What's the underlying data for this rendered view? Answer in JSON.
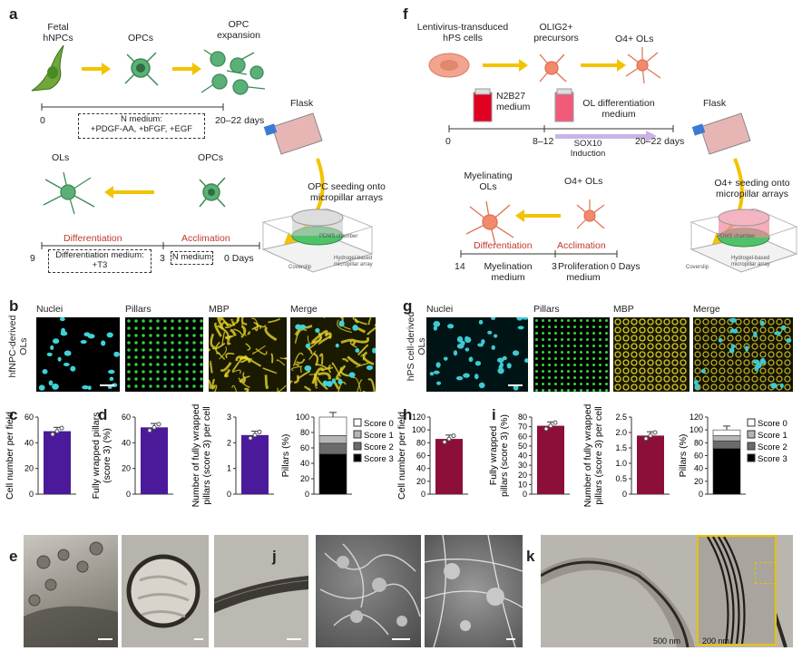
{
  "panels": {
    "a": {
      "label": "a",
      "stage1": "Fetal\nhNPCs",
      "stage2": "OPCs",
      "stage3": "OPC\nexpansion",
      "timeline_start": "0",
      "timeline_end": "20–22 days",
      "medium_box": "N medium:\n+PDGF-AA, +bFGF, +EGF",
      "flask": "Flask",
      "seeding": "OPC seeding onto\nmicropillar arrays",
      "ols": "OLs",
      "opcs2": "OPCs",
      "differentiation": "Differentiation",
      "acclimation": "Acclimation",
      "t9": "9",
      "t3": "3",
      "t0": "0 Days",
      "diff_medium": "Differentiation medium:\n+T3",
      "n_medium": "N medium",
      "chamber_top": "PDMS chamber",
      "chamber_side": "Hydrogel-based\nmicropillar array",
      "coverslip": "Coverslip"
    },
    "f": {
      "label": "f",
      "stage1": "Lentivirus-transduced\nhPS cells",
      "stage2": "OLIG2+\nprecursors",
      "stage3": "O4+ OLs",
      "n2b27": "N2B27\nmedium",
      "ol_diff": "OL differentiation\nmedium",
      "t0": "0",
      "t8": "8–12",
      "t20": "20–22 days",
      "sox10": "SOX10\nInduction",
      "flask": "Flask",
      "seeding": "O4+ seeding onto\nmicropillar arrays",
      "myel": "Myelinating\nOLs",
      "o4ols": "O4+ OLs",
      "differentiation": "Differentiation",
      "acclimation": "Acclimation",
      "t14": "14",
      "t3": "3",
      "t0d": "0 Days",
      "myel_medium": "Myelination\nmedium",
      "prolif_medium": "Proliferation\nmedium",
      "chamber_top": "PDMS chamber",
      "chamber_side": "Hydrogel-based\nmicropillar array",
      "coverslip": "Coverslip"
    },
    "b": {
      "label": "b",
      "row_label": "hfNPC-derived\nOLs",
      "cols": [
        "Nuclei",
        "Pillars",
        "MBP",
        "Merge"
      ]
    },
    "g": {
      "label": "g",
      "row_label": "hPS cell-derived\nOLs",
      "cols": [
        "Nuclei",
        "Pillars",
        "MBP",
        "Merge"
      ]
    },
    "c": {
      "label": "c"
    },
    "d": {
      "label": "d"
    },
    "h": {
      "label": "h"
    },
    "i": {
      "label": "i"
    },
    "e": {
      "label": "e"
    },
    "j": {
      "label": "j"
    },
    "k": {
      "label": "k",
      "scale1": "500 nm",
      "scale2": "200 nm"
    }
  },
  "colors": {
    "purple": "#4b1a9a",
    "crimson": "#8c0f3a",
    "arrow": "#f2c300",
    "red": "#c0392b"
  },
  "chart_data": [
    {
      "id": "c",
      "type": "bar",
      "ylabel": "Cell number per field",
      "ylim": [
        0,
        60
      ],
      "yticks": [
        "0",
        "20",
        "40",
        "60"
      ],
      "values": [
        49
      ],
      "color": "#4b1a9a"
    },
    {
      "id": "d1",
      "type": "bar",
      "ylabel": "Fully wrapped pillars\n(score 3) (%)",
      "ylim": [
        0,
        60
      ],
      "yticks": [
        "0",
        "20",
        "40",
        "60"
      ],
      "values": [
        52
      ],
      "color": "#4b1a9a"
    },
    {
      "id": "d2",
      "type": "bar",
      "ylabel": "Number of fully wrapped\npillars (score 3) per cell",
      "ylim": [
        0,
        3
      ],
      "yticks": [
        "0",
        "1",
        "2",
        "3"
      ],
      "values": [
        2.3
      ],
      "color": "#4b1a9a"
    },
    {
      "id": "d3",
      "type": "bar",
      "ylabel": "Pillars (%)",
      "ylim": [
        0,
        100
      ],
      "yticks": [
        "0",
        "20",
        "40",
        "60",
        "80",
        "100"
      ],
      "series": [
        {
          "name": "Score 3",
          "values": [
            52
          ]
        },
        {
          "name": "Score 2",
          "values": [
            14
          ]
        },
        {
          "name": "Score 1",
          "values": [
            10
          ]
        },
        {
          "name": "Score 0",
          "values": [
            24
          ]
        }
      ]
    },
    {
      "id": "h",
      "type": "bar",
      "ylabel": "Cell number per field",
      "ylim": [
        0,
        120
      ],
      "yticks": [
        "0",
        "20",
        "40",
        "60",
        "80",
        "100",
        "120"
      ],
      "values": [
        86
      ],
      "color": "#8c0f3a"
    },
    {
      "id": "i1",
      "type": "bar",
      "ylabel": "Fully wrapped\npillars (score 3) (%)",
      "ylim": [
        0,
        80
      ],
      "yticks": [
        "0",
        "10",
        "20",
        "30",
        "40",
        "50",
        "60",
        "70",
        "80"
      ],
      "values": [
        71
      ],
      "color": "#8c0f3a"
    },
    {
      "id": "i2",
      "type": "bar",
      "ylabel": "Number of fully wrapped\npillars (score 3) per cell",
      "ylim": [
        0,
        2.5
      ],
      "yticks": [
        "0",
        "0.5",
        "1.0",
        "1.5",
        "2.0",
        "2.5"
      ],
      "values": [
        1.9
      ],
      "color": "#8c0f3a"
    },
    {
      "id": "i3",
      "type": "bar",
      "ylabel": "Pillars (%)",
      "ylim": [
        0,
        120
      ],
      "yticks": [
        "0",
        "20",
        "40",
        "60",
        "80",
        "100",
        "120"
      ],
      "series": [
        {
          "name": "Score 3",
          "values": [
            71
          ]
        },
        {
          "name": "Score 2",
          "values": [
            12
          ]
        },
        {
          "name": "Score 1",
          "values": [
            8
          ]
        },
        {
          "name": "Score 0",
          "values": [
            9
          ]
        }
      ]
    }
  ],
  "legend": [
    "Score 0",
    "Score 1",
    "Score 2",
    "Score 3"
  ]
}
